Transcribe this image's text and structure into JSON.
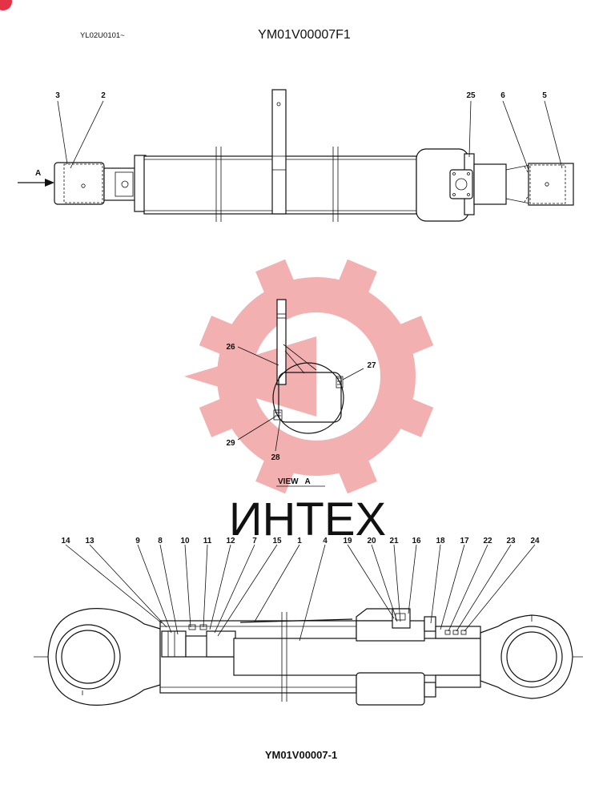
{
  "header": {
    "serial": "YL02U0101~",
    "drawing_number": "YM01V00007F1",
    "badge_color": "#e23347"
  },
  "watermark": {
    "text": "ИНТЕХ",
    "gear_color": "#f2a3a3",
    "text_color": "#cfcfcf"
  },
  "top_view": {
    "arrow_label": "A",
    "callouts": [
      "3",
      "2",
      "25",
      "6",
      "5"
    ]
  },
  "view_a": {
    "title": "VIEW   A",
    "callouts": [
      "26",
      "27",
      "29",
      "28"
    ]
  },
  "section_view": {
    "callouts": [
      "14",
      "13",
      "9",
      "8",
      "10",
      "11",
      "12",
      "7",
      "15",
      "1",
      "4",
      "19",
      "20",
      "21",
      "16",
      "18",
      "17",
      "22",
      "23",
      "24"
    ]
  },
  "footer": {
    "figure_number": "YM01V00007-1"
  }
}
